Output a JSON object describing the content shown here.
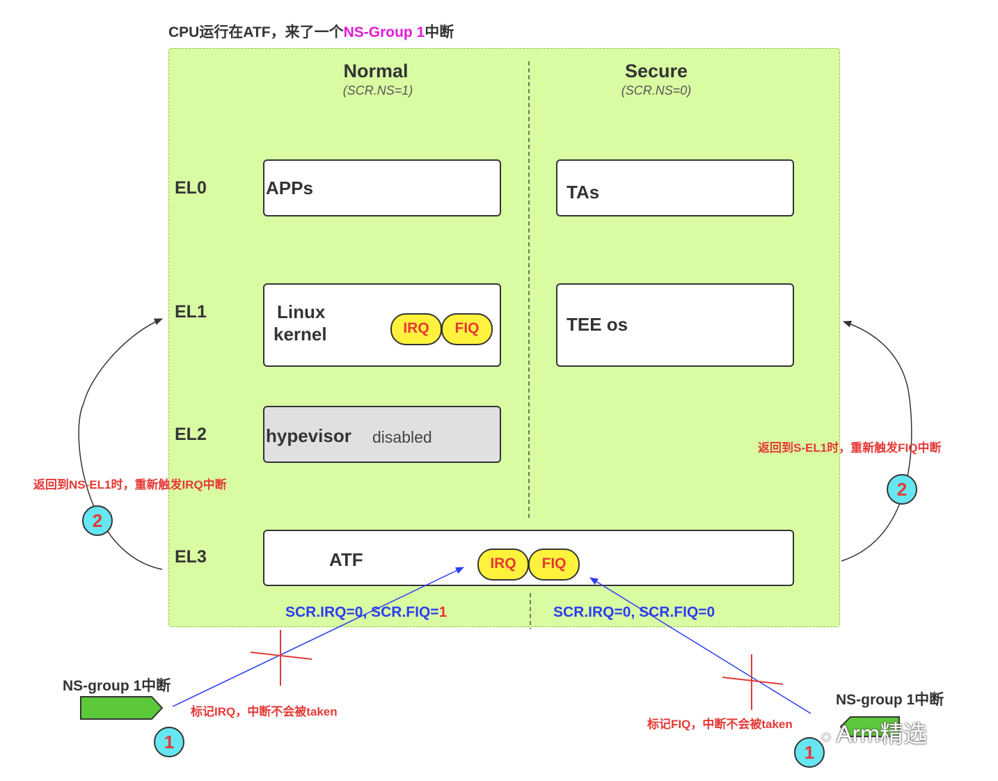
{
  "title": {
    "prefix": "CPU运行在ATF，来了一个",
    "highlight": "NS-Group 1",
    "suffix": "中断"
  },
  "columns": {
    "normal": {
      "title": "Normal",
      "sub": "(SCR.NS=1)"
    },
    "secure": {
      "title": "Secure",
      "sub": "(SCR.NS=0)"
    }
  },
  "levels": {
    "el0": "EL0",
    "el1": "EL1",
    "el2": "EL2",
    "el3": "EL3"
  },
  "boxes": {
    "apps": "APPs",
    "tas": "TAs",
    "linux_line1": "Linux",
    "linux_line2": "kernel",
    "tee": "TEE os",
    "hypervisor": "hypevisor",
    "hypervisor_state": "disabled",
    "atf": "ATF"
  },
  "pills": {
    "irq": "IRQ",
    "fiq": "FIQ"
  },
  "scr": {
    "left_prefix": "SCR.IRQ=0,  SCR.FIQ=",
    "left_value": "1",
    "right": "SCR.IRQ=0,  SCR.FIQ=0"
  },
  "notes": {
    "left_return": "返回到NS-EL1时，重新触发IRQ中断",
    "right_return": "返回到S-EL1时，重新触发FIQ中断",
    "left_mark": "标记IRQ，中断不会被taken",
    "right_mark": "标记FIQ，中断不会被taken"
  },
  "steps": {
    "one": "1",
    "two": "2"
  },
  "sources": {
    "left": "NS-group 1中断",
    "right": "NS-group 1中断"
  },
  "watermark": "Arm精选",
  "colors": {
    "panel": "#d9fca3",
    "pill": "#fff23d",
    "arrow_blue": "#2b3df0",
    "red": "#e53935",
    "circle": "#66e6f0",
    "source_green": "#5cc93b",
    "highlight": "#e21bd6"
  }
}
